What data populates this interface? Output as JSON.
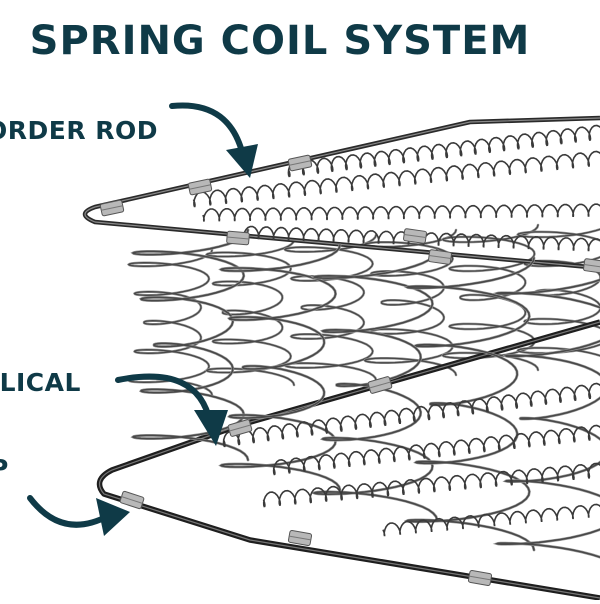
{
  "title": "SPRING COIL SYSTEM",
  "labels": {
    "border_rod": "ORDER ROD",
    "helical": "ELICAL",
    "clip": "P"
  },
  "colors": {
    "label_text": "#0f3a47",
    "arrow": "#0f3a47",
    "wire": "#3a3a3a",
    "wire_highlight": "#9a9a9a",
    "clip_metal": "#b8b8b8",
    "background": "#ffffff"
  }
}
